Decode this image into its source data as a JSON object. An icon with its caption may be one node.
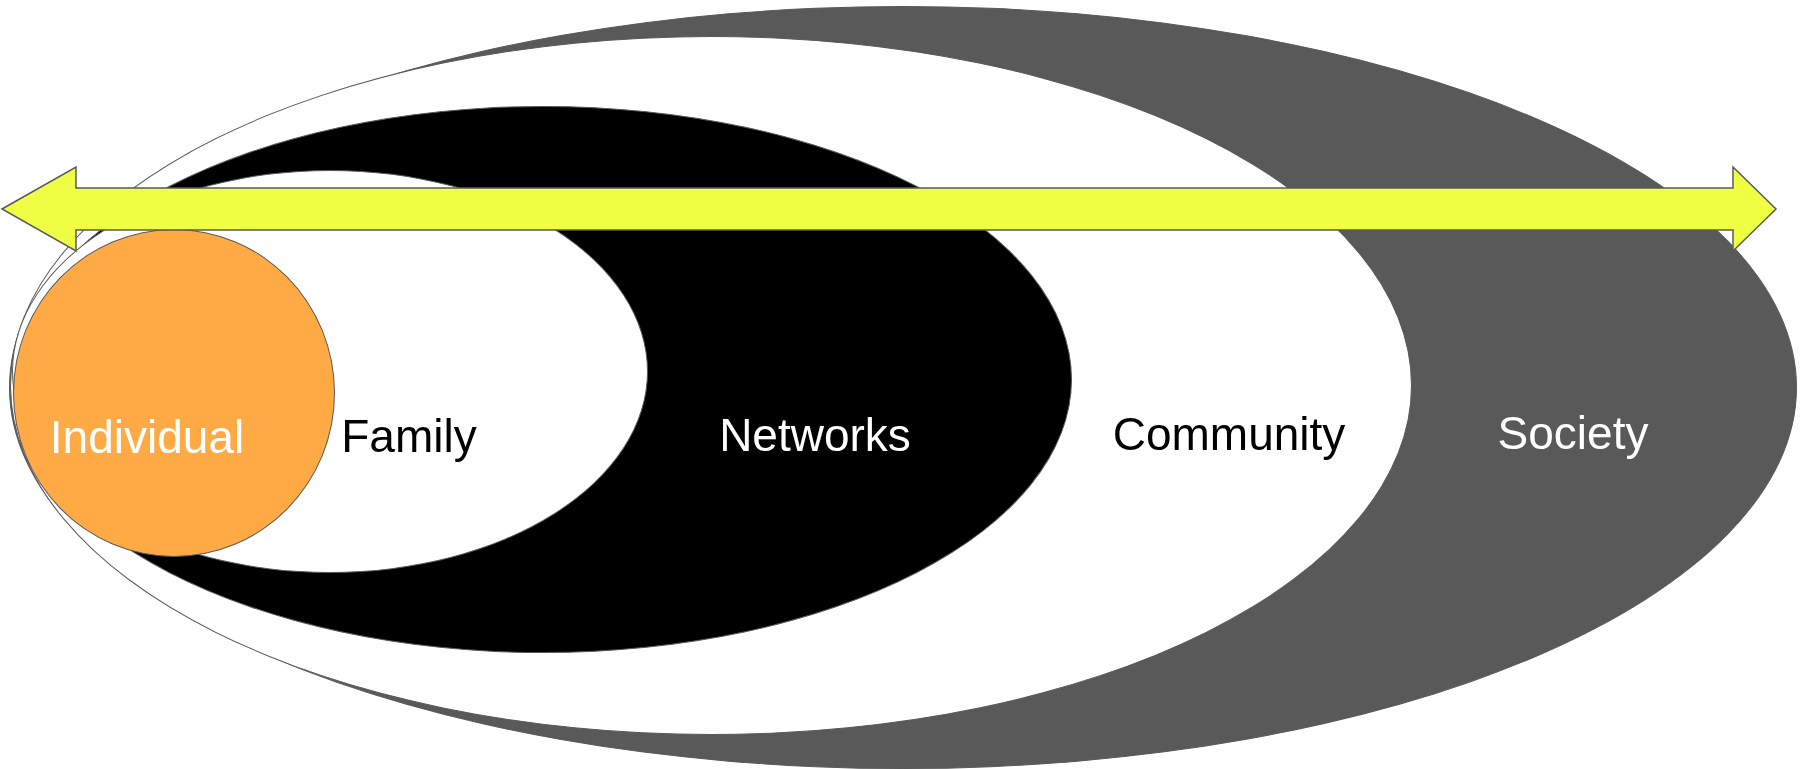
{
  "diagram": {
    "nodes": [
      {
        "text": [
          "Society"
        ]
      },
      {
        "text": [
          "Community"
        ],
        "in": 0
      },
      {
        "text": [
          "Networks"
        ],
        "in": 1
      },
      {
        "text": [
          "Family"
        ],
        "in": 2
      },
      {
        "text": [
          "Individual"
        ],
        "in": 3
      }
    ]
  }
}
